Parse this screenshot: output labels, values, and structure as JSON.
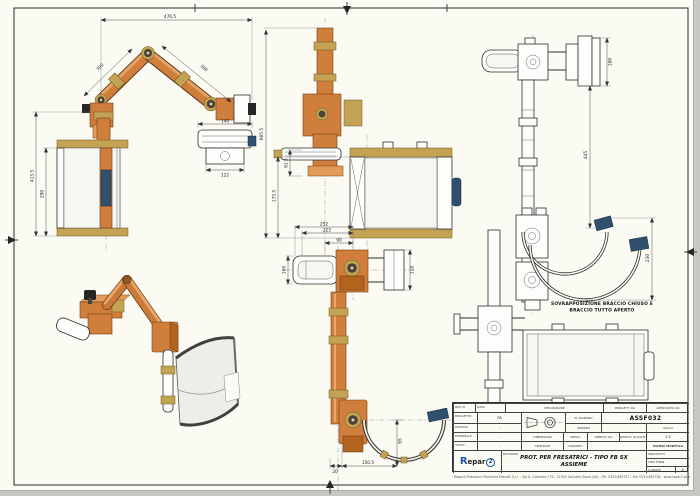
{
  "sheet": {
    "note_line1": "SOVRAPPOSIZIONE BRACCIO CHIUSO E",
    "note_line2": "BRACCIO TUTTO APERTO"
  },
  "dims": {
    "a_span": "476.5",
    "a_left": "300",
    "a_right": "300",
    "a_clamp_w": "140",
    "a_clamp_b": "122",
    "b_h": "413.5",
    "b_inner": "290",
    "c_total": "605.5",
    "c_mid": "173.5",
    "c_small": "61.5",
    "d_top1": "252",
    "d_top2": "225",
    "d_small": "90",
    "d_left": "160",
    "d_right": "118",
    "d_arc_w": "150.5",
    "d_off": "20",
    "d_arc_r": "65",
    "e_top": "100",
    "e_len": "445",
    "e_arc": "230"
  },
  "title_block": {
    "labels": {
      "rev_n": "REV. N",
      "data": "DATA",
      "descrizione": "DESCRIZIONE",
      "progett_da": "PROGETT. DA",
      "approvato_da": "APPROVATO DA",
      "progetto": "PROGETTO",
      "disegni": "DISEGNI",
      "materiale": "MATERIALE",
      "stato": "STATO",
      "n_disegno": "N. DISEGNO",
      "grezzo": "GREZZO",
      "scala": "SCALA",
      "dimensioni": "DIMENSIONI",
      "spess": "SPESS.",
      "approv_da": "APPROV. DA",
      "approv_qualita": "APPROV. QUALITA'",
      "centrale": "CENTRALE",
      "variabili": "VARIABILI",
      "ultima_modifica": "ULTIMA MODIFICA",
      "revisione": "REVISIONE",
      "prodotto": "PRODOTTO",
      "tipo_forn": "TIPO FORN.",
      "cliente": "CLIENTE"
    },
    "values": {
      "progetto": "FB",
      "disegni": "-",
      "materiale": "-",
      "stato": "-",
      "codice": "ASSF032",
      "scala": "1:2",
      "formato": "A"
    },
    "title_line1": "PROT. PER FRESATRICI - TIPO FB SX",
    "title_line2": "ASSIEME",
    "logo_r": "R",
    "logo_mid": "epar",
    "logo_2": "2",
    "footer": "Repar2 Protezioni Macchine Utensili S.r.l. - Via A. Colombo 176 - 21055 Gornate Olona (VA) - Tel. 0331/465727 - Fax 0331/465728 - www.repar2.com"
  }
}
